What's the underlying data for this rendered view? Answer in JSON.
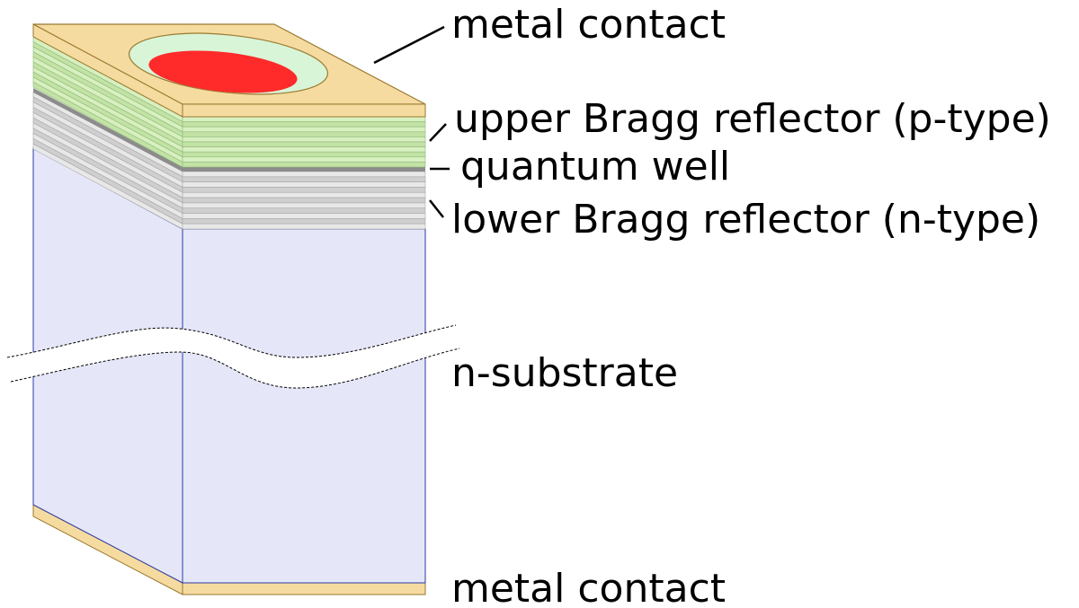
{
  "labels": {
    "metal_contact_top": "metal contact",
    "upper_bragg": "upper Bragg reflector (p-type)",
    "quantum_well": "quantum well",
    "lower_bragg": "lower Bragg reflector (n-type)",
    "substrate": "n-substrate",
    "metal_contact_bottom": "metal contact"
  },
  "colors": {
    "metal": "#f6dba0",
    "metal_edge": "#9a7a30",
    "upper_bragg_light": "#d8f0c0",
    "upper_bragg_dark": "#c2e3a5",
    "quantum_well": "#8c8c8c",
    "lower_bragg_light": "#e8e8e8",
    "lower_bragg_dark": "#cfcfcf",
    "substrate": "#e5e7f8",
    "substrate_edge": "#2a3aa8",
    "aperture_ring": "#d8f5d8",
    "emission": "#ff2a2a"
  }
}
